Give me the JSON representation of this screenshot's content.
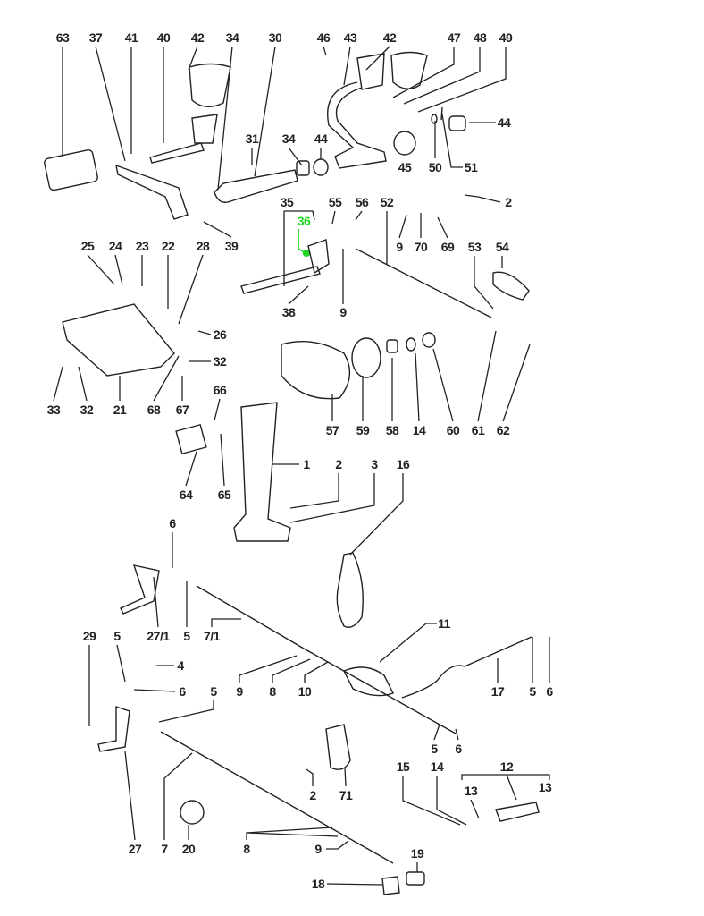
{
  "diagram": {
    "type": "exploded parts diagram",
    "highlight_color": "#22d622",
    "line_color": "#222222",
    "highlighted_callout": "36"
  },
  "callouts": [
    "63",
    "37",
    "41",
    "40",
    "42",
    "34",
    "30",
    "46",
    "43",
    "42",
    "47",
    "48",
    "49",
    "31",
    "34",
    "44",
    "44",
    "45",
    "50",
    "51",
    "2",
    "39",
    "35",
    "36",
    "55",
    "56",
    "52",
    "9",
    "70",
    "69",
    "53",
    "54",
    "38",
    "9",
    "25",
    "24",
    "23",
    "22",
    "28",
    "26",
    "32",
    "33",
    "32",
    "21",
    "68",
    "67",
    "66",
    "64",
    "65",
    "57",
    "59",
    "58",
    "14",
    "60",
    "61",
    "62",
    "1",
    "2",
    "3",
    "16",
    "6",
    "27/1",
    "5",
    "7/1",
    "11",
    "29",
    "5",
    "4",
    "6",
    "5",
    "9",
    "8",
    "10",
    "17",
    "5",
    "6",
    "5",
    "6",
    "2",
    "71",
    "15",
    "14",
    "12",
    "13",
    "13",
    "27",
    "7",
    "20",
    "8",
    "9",
    "19",
    "18"
  ]
}
